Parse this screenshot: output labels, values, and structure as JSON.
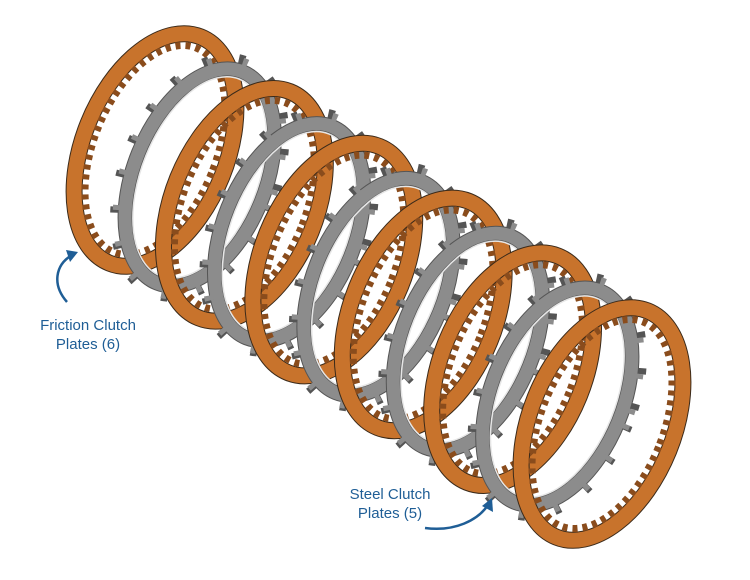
{
  "diagram": {
    "friction_count": 6,
    "steel_count": 5,
    "colors": {
      "friction": "#c8732c",
      "friction_teeth": "#8a4c1c",
      "steel": "#8c8c8c",
      "steel_edge": "#555555",
      "outline": "#3a2a1a",
      "label": "#1f5e96"
    }
  },
  "labels": {
    "friction_line1": "Friction Clutch",
    "friction_line2": "Plates (6)",
    "steel_line1": "Steel Clutch",
    "steel_line2": "Plates (5)"
  }
}
